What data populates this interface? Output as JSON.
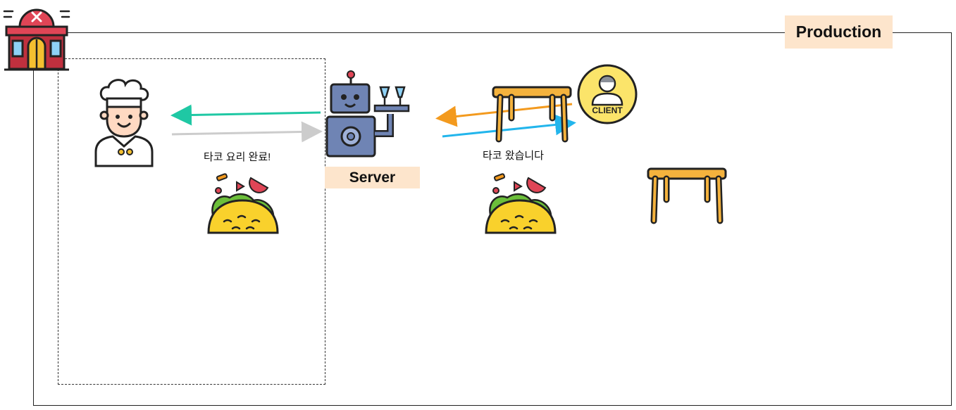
{
  "labels": {
    "production": "Production",
    "server": "Server",
    "client": "CLIENT",
    "kitchen_message": "타코 요리 완료!",
    "table_message": "타코 왔습니다"
  },
  "colors": {
    "kitchen_arrow": "#1fc8a4",
    "server_arrow": "#cccccc",
    "client_order_arrow": "#f39a1e",
    "delivery_arrow": "#22b5ec",
    "tag_bg": "#fde5cc"
  },
  "icons": [
    "restaurant-icon",
    "chef-icon",
    "robot-server-icon",
    "taco-icon",
    "table-icon",
    "client-icon"
  ]
}
